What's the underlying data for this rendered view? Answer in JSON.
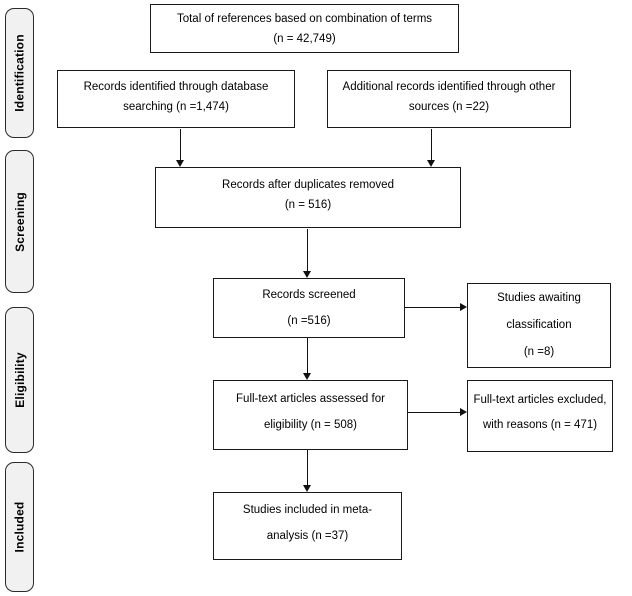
{
  "diagram": {
    "type": "prisma-flow",
    "stage_labels": [
      {
        "label": "Identification"
      },
      {
        "label": "Screening"
      },
      {
        "label": "Eligibility"
      },
      {
        "label": "Included"
      }
    ],
    "boxes": {
      "total_references": {
        "lines": [
          "Total of references based on combination of terms",
          "(n = 42,749)"
        ]
      },
      "database_records": {
        "lines": [
          "Records identified through database",
          "searching (n =1,474)"
        ]
      },
      "other_sources": {
        "lines": [
          "Additional records identified through other",
          "sources (n =22)"
        ]
      },
      "duplicates_removed": {
        "lines": [
          "Records after duplicates removed",
          "(n = 516)"
        ]
      },
      "records_screened": {
        "lines": [
          "Records screened",
          "(n =516)"
        ]
      },
      "awaiting_classification": {
        "lines": [
          "Studies awaiting",
          "classification",
          "(n =8)"
        ]
      },
      "fulltext_assessed": {
        "lines": [
          "Full-text articles assessed for",
          "eligibility (n = 508)"
        ]
      },
      "fulltext_excluded": {
        "lines": [
          "Full-text articles excluded,",
          "with reasons (n = 471)"
        ]
      },
      "included_meta_analysis": {
        "lines": [
          "Studies included in meta-",
          "analysis (n =37)"
        ]
      }
    },
    "colors": {
      "box_border": "#1a1a1a",
      "stage_fill": "#f1f1f1",
      "stage_border": "#2b2b2b",
      "arrow": "#111111",
      "text": "#000000",
      "background": "#ffffff"
    }
  }
}
